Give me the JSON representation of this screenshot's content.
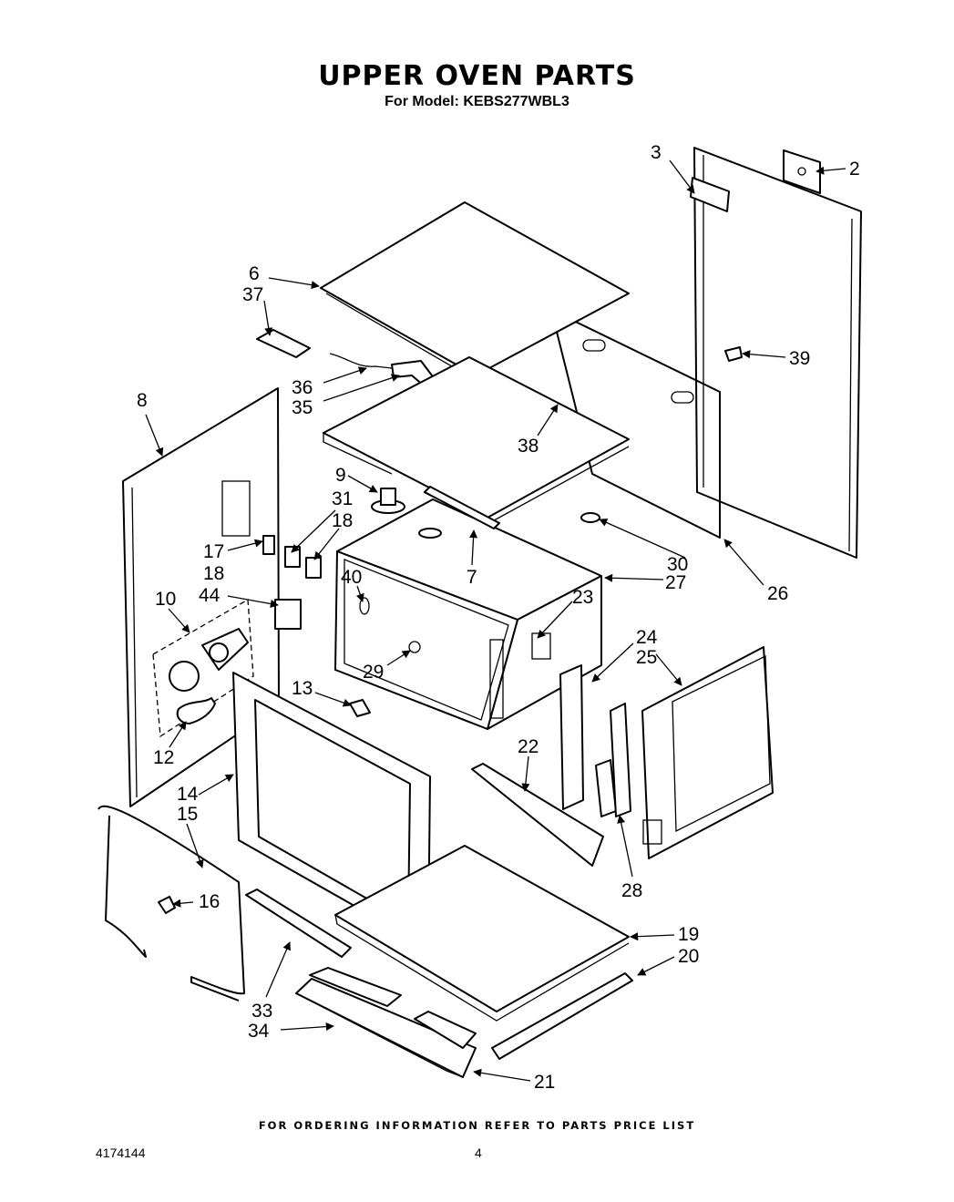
{
  "title": "UPPER OVEN PARTS",
  "subtitle": "For Model: KEBS277WBL3",
  "footer_note": "FOR ORDERING INFORMATION REFER TO PARTS PRICE LIST",
  "doc_number": "4174144",
  "page_number": "4",
  "callouts": [
    "2",
    "3",
    "6",
    "37",
    "36",
    "35",
    "8",
    "38",
    "39",
    "9",
    "31",
    "18",
    "17",
    "18",
    "7",
    "30",
    "27",
    "26",
    "40",
    "10",
    "44",
    "23",
    "29",
    "24",
    "25",
    "13",
    "12",
    "22",
    "14",
    "15",
    "16",
    "28",
    "19",
    "20",
    "33",
    "34",
    "21"
  ]
}
